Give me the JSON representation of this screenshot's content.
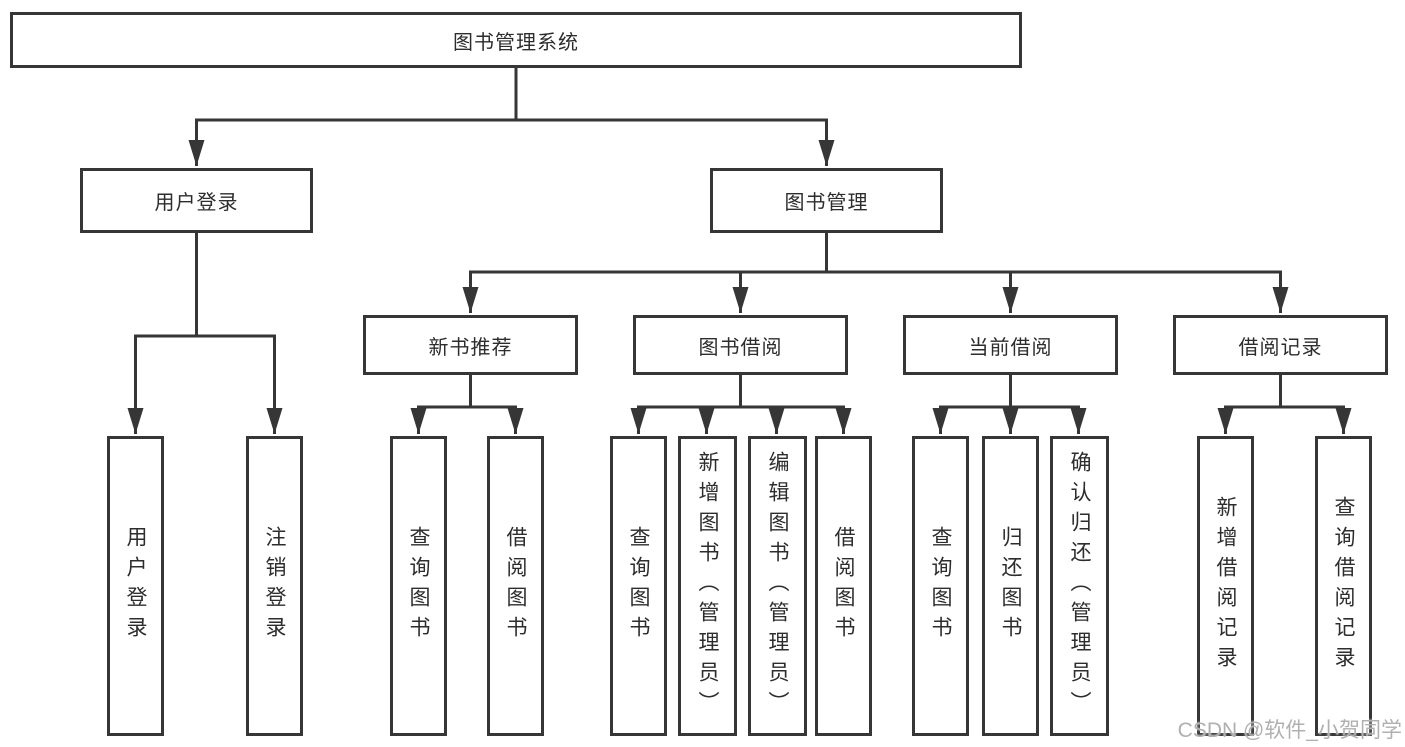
{
  "diagram": {
    "type": "hierarchy-tree",
    "root": {
      "label": "图书管理系统"
    },
    "level2": [
      {
        "label": "用户登录",
        "parent": "图书管理系统"
      },
      {
        "label": "图书管理",
        "parent": "图书管理系统"
      }
    ],
    "level3": [
      {
        "label": "新书推荐",
        "parent": "图书管理"
      },
      {
        "label": "图书借阅",
        "parent": "图书管理"
      },
      {
        "label": "当前借阅",
        "parent": "图书管理"
      },
      {
        "label": "借阅记录",
        "parent": "图书管理"
      }
    ],
    "leaves": [
      {
        "label": "用户登录",
        "parent": "用户登录"
      },
      {
        "label": "注销登录",
        "parent": "用户登录"
      },
      {
        "label": "查询图书",
        "parent": "新书推荐"
      },
      {
        "label": "借阅图书",
        "parent": "新书推荐"
      },
      {
        "label": "查询图书",
        "parent": "图书借阅"
      },
      {
        "label": "新增图书（管理员）",
        "parent": "图书借阅"
      },
      {
        "label": "编辑图书（管理员）",
        "parent": "图书借阅"
      },
      {
        "label": "借阅图书",
        "parent": "图书借阅"
      },
      {
        "label": "查询图书",
        "parent": "当前借阅"
      },
      {
        "label": "归还图书",
        "parent": "当前借阅"
      },
      {
        "label": "确认归还（管理员）",
        "parent": "当前借阅"
      },
      {
        "label": "新增借阅记录",
        "parent": "借阅记录"
      },
      {
        "label": "查询借阅记录",
        "parent": "借阅记录"
      }
    ],
    "colors": {
      "line": "#363636",
      "box_border": "#363636",
      "text": "#2d2d2d",
      "watermark_text": "#b0b0b0",
      "background": "#ffffff"
    }
  },
  "watermark": "CSDN @软件_小贺同学"
}
